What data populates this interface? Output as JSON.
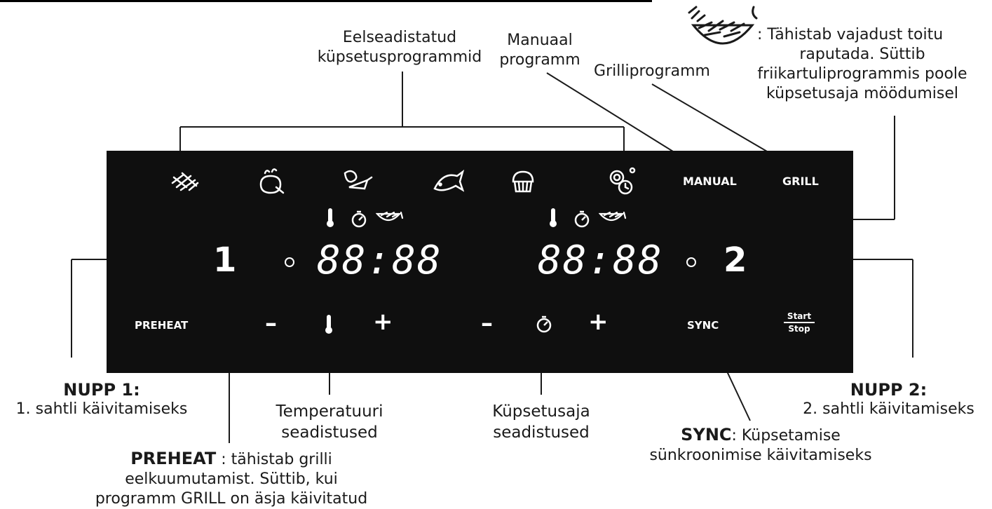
{
  "annotations": {
    "preset_programs": [
      "Eelseadistatud",
      "küpsetusprogrammid"
    ],
    "manual_program": [
      "Manuaal",
      "programm"
    ],
    "grill_program": "Grilliprogramm",
    "shake_note": [
      ": Tähistab vajadust toitu",
      "raputada. Süttib",
      "friikartuliprogrammis poole",
      "küpsetusaja möödumisel"
    ],
    "button1_title": "NUPP 1:",
    "button1_desc": "1. sahtli käivitamiseks",
    "button2_title": "NUPP 2:",
    "button2_desc": "2. sahtli käivitamiseks",
    "temp_settings": [
      "Temperatuuri",
      "seadistused"
    ],
    "time_settings": [
      "Küpsetusaja",
      "seadistused"
    ],
    "sync_title": "SYNC",
    "sync_desc": [
      ": Küpsetamise",
      "sünkroonimise käivitamiseks"
    ],
    "preheat_title": "PREHEAT",
    "preheat_desc": [
      " : tähistab grilli",
      "eelkuumutamist. Süttib, kui",
      "programm GRILL on äsja käivitatud"
    ]
  },
  "panel": {
    "manual_label": "MANUAL",
    "grill_label": "GRILL",
    "zone1_number": "1",
    "zone2_number": "2",
    "display1": "88:88",
    "display2": "88:88",
    "preheat_label": "PREHEAT",
    "minus": "–",
    "plus": "+",
    "sync_label": "SYNC",
    "start_label": "Start",
    "stop_label": "Stop"
  },
  "colors": {
    "panel": "#0f0f0f",
    "text": "#1a1a1a",
    "panel_text": "#ffffff"
  }
}
